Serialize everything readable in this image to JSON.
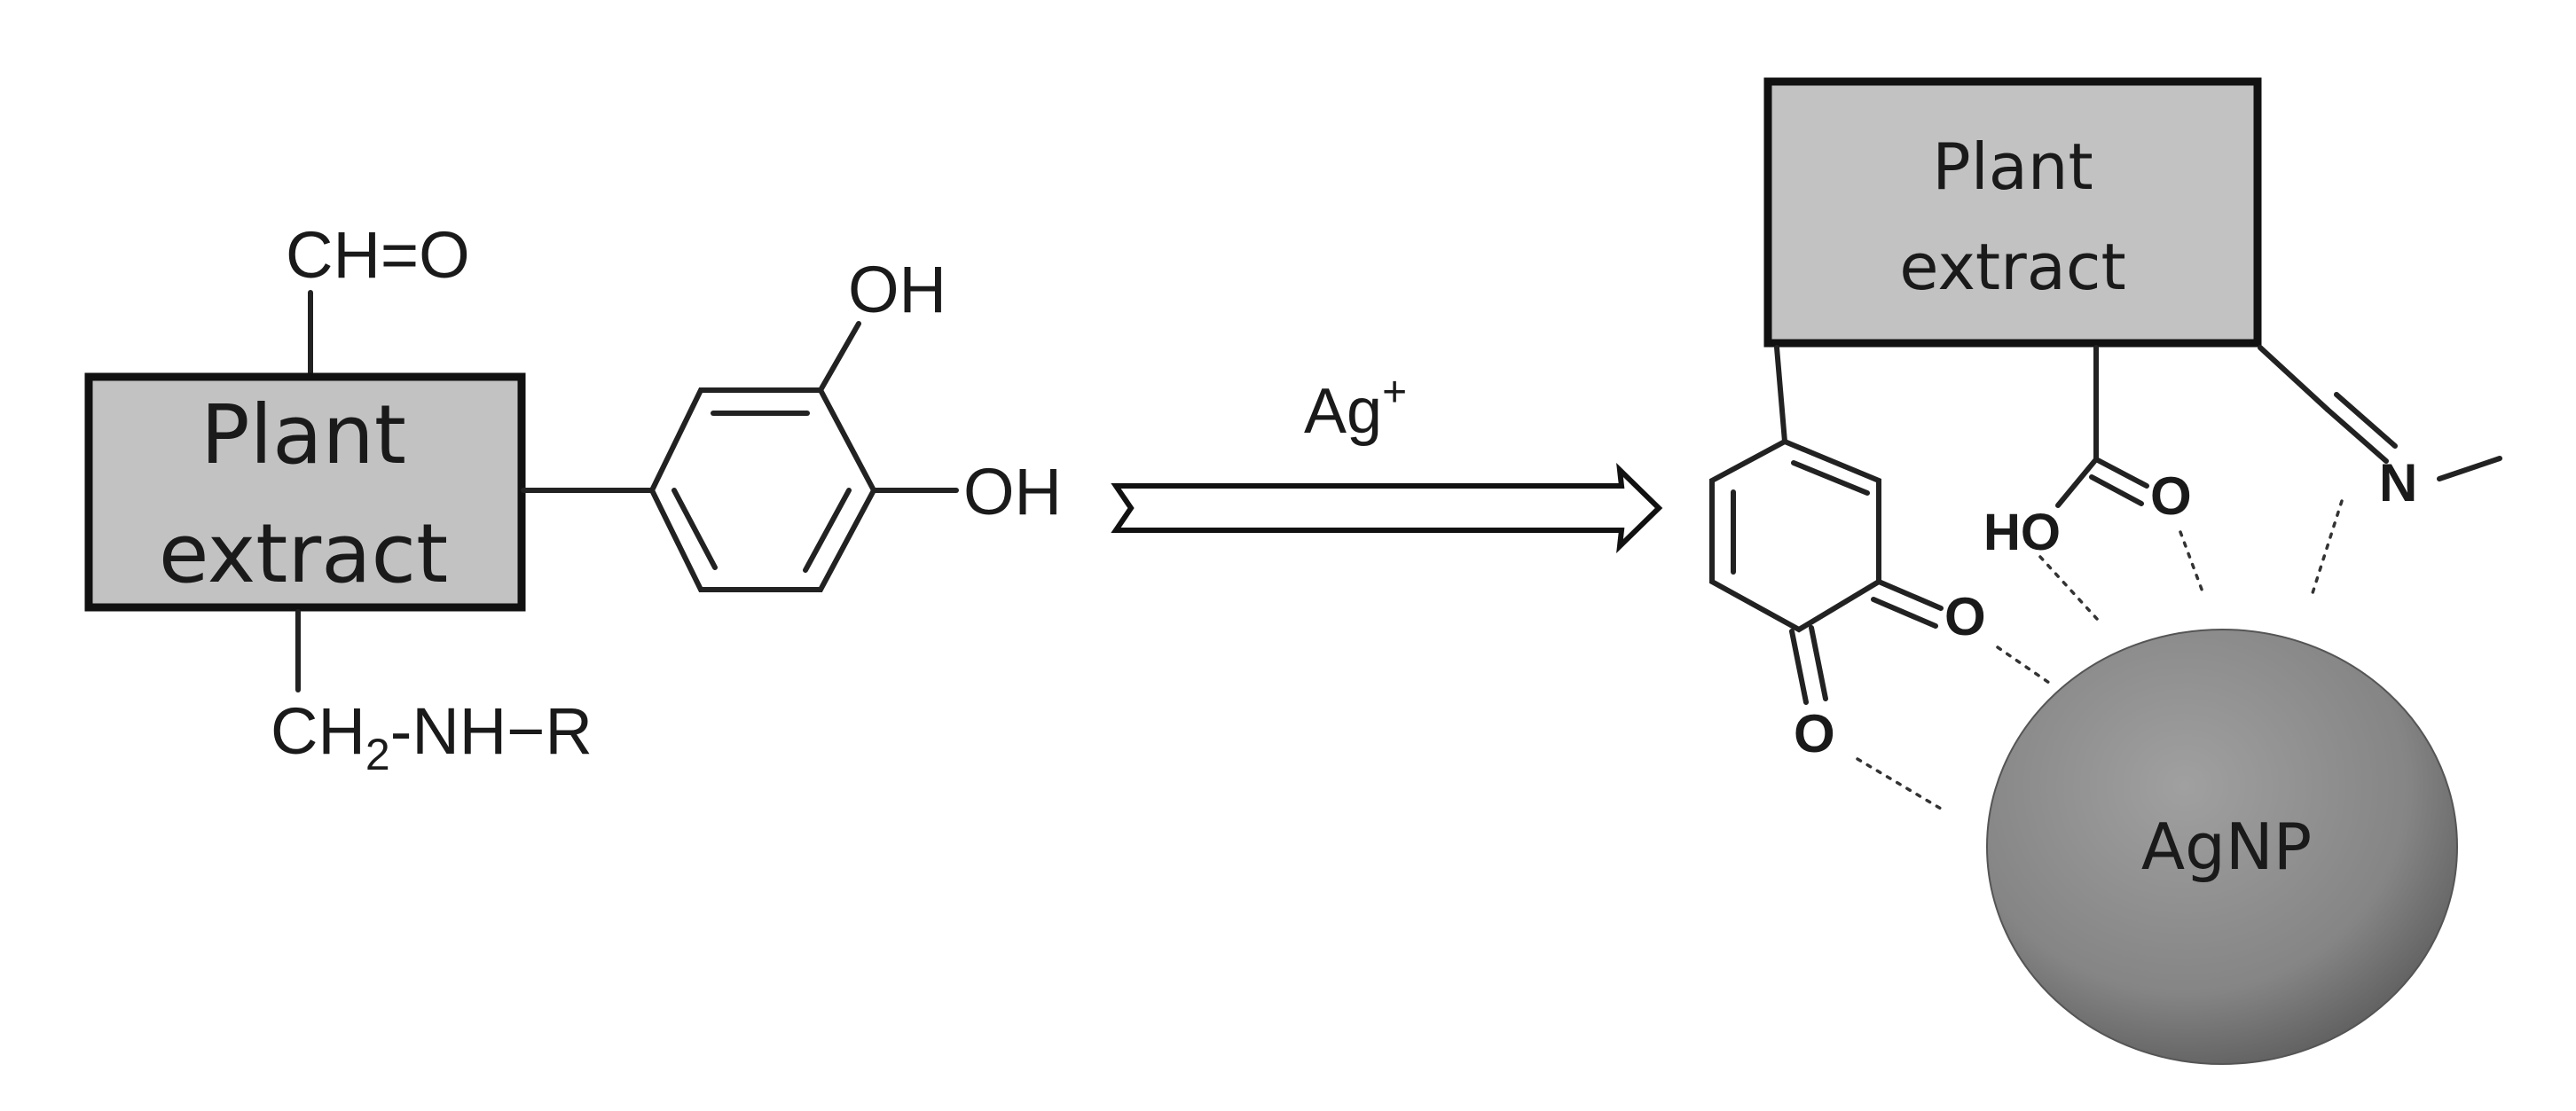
{
  "reactant": {
    "box_line1": "Plant",
    "box_line2": "extract",
    "aldehyde": "CH=O",
    "oh_top": "OH",
    "oh_bottom": "OH",
    "amine_ch": "CH",
    "amine_sub": "2",
    "amine_rest": "-NH−R"
  },
  "arrow": {
    "reagent": "Ag",
    "reagent_charge": "+"
  },
  "product": {
    "box_line1": "Plant",
    "box_line2": "extract",
    "o_upper": "O",
    "o_lower": "O",
    "carboxyl_o": "O",
    "carboxyl_ho": "HO",
    "imine_n": "N",
    "nanoparticle": "AgNP"
  },
  "colors": {
    "box_fill": "#c2c2c2",
    "box_stroke": "#111111",
    "sphere_fill": "#858585"
  }
}
